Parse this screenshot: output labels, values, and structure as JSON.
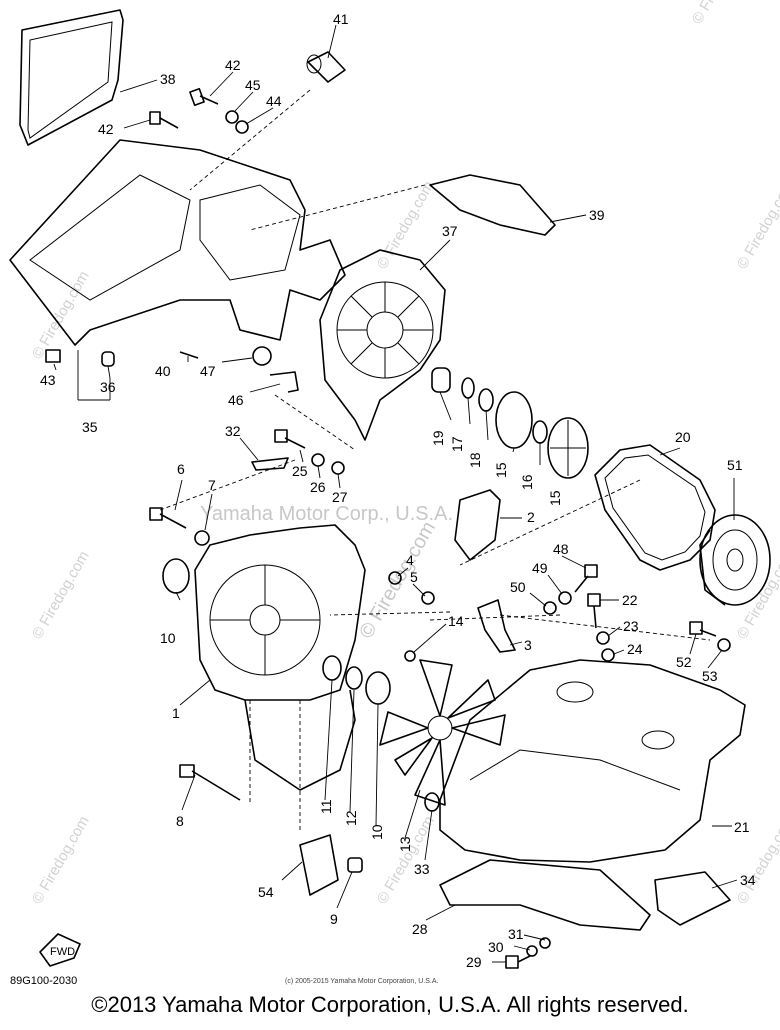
{
  "diagram": {
    "code": "89G100-2030",
    "fwd": "FWD",
    "small_copyright": "(c) 2005-2015 Yamaha Motor Corporation, U.S.A.",
    "watermark_main": "Yamaha Motor Corp., U.S.A.",
    "watermark_site": "© Firedog.com",
    "callouts": [
      {
        "id": "c41",
        "text": "41"
      },
      {
        "id": "c38",
        "text": "38"
      },
      {
        "id": "c42a",
        "text": "42"
      },
      {
        "id": "c45",
        "text": "45"
      },
      {
        "id": "c44",
        "text": "44"
      },
      {
        "id": "c42b",
        "text": "42"
      },
      {
        "id": "c39",
        "text": "39"
      },
      {
        "id": "c37",
        "text": "37"
      },
      {
        "id": "c43",
        "text": "43"
      },
      {
        "id": "c36",
        "text": "36"
      },
      {
        "id": "c40",
        "text": "40"
      },
      {
        "id": "c47",
        "text": "47"
      },
      {
        "id": "c46",
        "text": "46"
      },
      {
        "id": "c35",
        "text": "35"
      },
      {
        "id": "c19",
        "text": "19"
      },
      {
        "id": "c17",
        "text": "17"
      },
      {
        "id": "c18",
        "text": "18"
      },
      {
        "id": "c15a",
        "text": "15"
      },
      {
        "id": "c16",
        "text": "16"
      },
      {
        "id": "c15b",
        "text": "15"
      },
      {
        "id": "c20",
        "text": "20"
      },
      {
        "id": "c51",
        "text": "51"
      },
      {
        "id": "c32",
        "text": "32"
      },
      {
        "id": "c25",
        "text": "25"
      },
      {
        "id": "c26",
        "text": "26"
      },
      {
        "id": "c27",
        "text": "27"
      },
      {
        "id": "c6",
        "text": "6"
      },
      {
        "id": "c7",
        "text": "7"
      },
      {
        "id": "c2",
        "text": "2"
      },
      {
        "id": "c4",
        "text": "4"
      },
      {
        "id": "c5",
        "text": "5"
      },
      {
        "id": "c48",
        "text": "48"
      },
      {
        "id": "c49",
        "text": "49"
      },
      {
        "id": "c50",
        "text": "50"
      },
      {
        "id": "c22",
        "text": "22"
      },
      {
        "id": "c14",
        "text": "14"
      },
      {
        "id": "c3",
        "text": "3"
      },
      {
        "id": "c23",
        "text": "23"
      },
      {
        "id": "c24",
        "text": "24"
      },
      {
        "id": "c52",
        "text": "52"
      },
      {
        "id": "c53",
        "text": "53"
      },
      {
        "id": "c10a",
        "text": "10"
      },
      {
        "id": "c1",
        "text": "1"
      },
      {
        "id": "c8",
        "text": "8"
      },
      {
        "id": "c11",
        "text": "11"
      },
      {
        "id": "c12",
        "text": "12"
      },
      {
        "id": "c10b",
        "text": "10"
      },
      {
        "id": "c13",
        "text": "13"
      },
      {
        "id": "c33",
        "text": "33"
      },
      {
        "id": "c21",
        "text": "21"
      },
      {
        "id": "c34",
        "text": "34"
      },
      {
        "id": "c54",
        "text": "54"
      },
      {
        "id": "c9",
        "text": "9"
      },
      {
        "id": "c28",
        "text": "28"
      },
      {
        "id": "c31",
        "text": "31"
      },
      {
        "id": "c30",
        "text": "30"
      },
      {
        "id": "c29",
        "text": "29"
      }
    ]
  },
  "footer": {
    "copyright": "©2013 Yamaha Motor Corporation, U.S.A. All rights reserved."
  }
}
